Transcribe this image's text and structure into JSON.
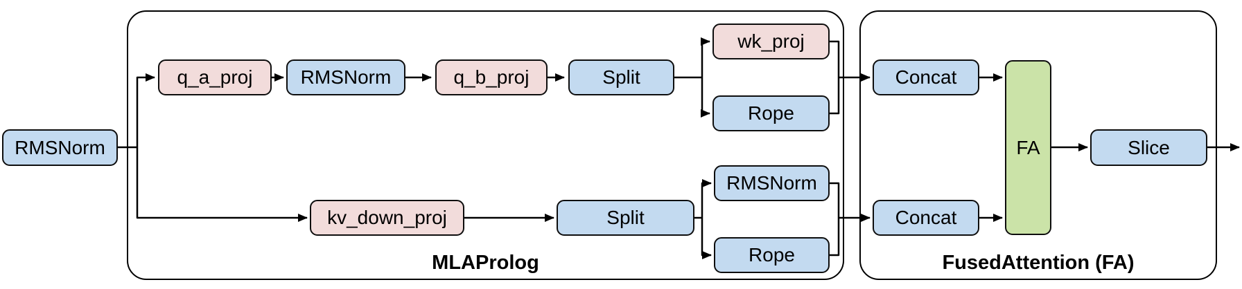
{
  "diagram": {
    "groups": {
      "mla_prolog": {
        "label": "MLAProlog"
      },
      "fused_attention": {
        "label": "FusedAttention (FA)"
      }
    },
    "nodes": {
      "input_rmsnorm": {
        "label": "RMSNorm",
        "color": "blue"
      },
      "q_a_proj": {
        "label": "q_a_proj",
        "color": "pink"
      },
      "q_rmsnorm": {
        "label": "RMSNorm",
        "color": "blue"
      },
      "q_b_proj": {
        "label": "q_b_proj",
        "color": "pink"
      },
      "q_split": {
        "label": "Split",
        "color": "blue"
      },
      "wk_proj": {
        "label": "wk_proj",
        "color": "pink"
      },
      "q_rope": {
        "label": "Rope",
        "color": "blue"
      },
      "kv_down_proj": {
        "label": "kv_down_proj",
        "color": "pink"
      },
      "kv_split": {
        "label": "Split",
        "color": "blue"
      },
      "kv_rmsnorm": {
        "label": "RMSNorm",
        "color": "blue"
      },
      "kv_rope": {
        "label": "Rope",
        "color": "blue"
      },
      "q_concat": {
        "label": "Concat",
        "color": "blue"
      },
      "kv_concat": {
        "label": "Concat",
        "color": "blue"
      },
      "fa": {
        "label": "FA",
        "color": "green"
      },
      "slice": {
        "label": "Slice",
        "color": "blue"
      }
    },
    "edges": [
      {
        "from": "input_rmsnorm",
        "to": "q_a_proj"
      },
      {
        "from": "input_rmsnorm",
        "to": "kv_down_proj"
      },
      {
        "from": "q_a_proj",
        "to": "q_rmsnorm"
      },
      {
        "from": "q_rmsnorm",
        "to": "q_b_proj"
      },
      {
        "from": "q_b_proj",
        "to": "q_split"
      },
      {
        "from": "q_split",
        "to": "wk_proj"
      },
      {
        "from": "q_split",
        "to": "q_rope"
      },
      {
        "from": "wk_proj",
        "to": "q_concat"
      },
      {
        "from": "q_rope",
        "to": "q_concat"
      },
      {
        "from": "kv_down_proj",
        "to": "kv_split"
      },
      {
        "from": "kv_split",
        "to": "kv_rmsnorm"
      },
      {
        "from": "kv_split",
        "to": "kv_rope"
      },
      {
        "from": "kv_rmsnorm",
        "to": "kv_concat"
      },
      {
        "from": "kv_rope",
        "to": "kv_concat"
      },
      {
        "from": "q_concat",
        "to": "fa"
      },
      {
        "from": "kv_concat",
        "to": "fa"
      },
      {
        "from": "fa",
        "to": "slice"
      },
      {
        "from": "slice",
        "to": "output"
      }
    ],
    "colors": {
      "node_blue": "#C3DAF0",
      "node_pink": "#F2DCDB",
      "node_green": "#CBE3A8",
      "line": "#000000",
      "background": "#FFFFFF"
    }
  }
}
